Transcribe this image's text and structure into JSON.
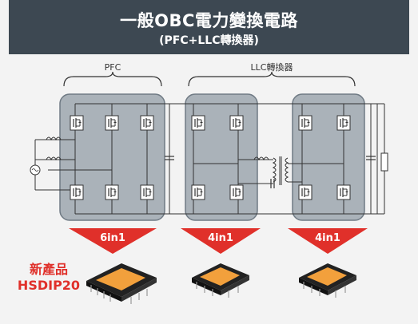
{
  "header": {
    "title": "一般OBC電力變換電路",
    "subtitle": "(PFC+LLC轉換器)"
  },
  "sections": {
    "pfc_label": "PFC",
    "llc_label": "LLC轉換器"
  },
  "modules": [
    {
      "label": "6in1"
    },
    {
      "label": "4in1"
    },
    {
      "label": "4in1"
    }
  ],
  "new_product": {
    "line1": "新產品",
    "line2": "HSDIP20"
  },
  "colors": {
    "header_bg": "#3d4852",
    "group_fill": "#aab2b9",
    "group_stroke": "#6f7a84",
    "wire": "#333333",
    "arrow_red": "#e0302a",
    "chip_orange": "#f2a03c"
  }
}
